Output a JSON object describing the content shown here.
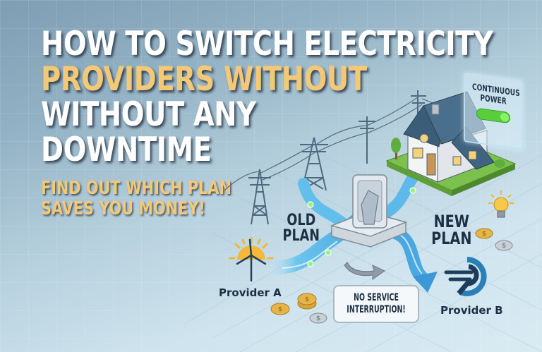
{
  "headline": {
    "line1": "HOW TO SWITCH ELECTRICITY",
    "line2": "PROVIDERS WITHOUT",
    "line3": "WITHOUT ANY",
    "line4": "DOWNTIME"
  },
  "subheadline": {
    "line1": "FIND OUT WHICH PLAN",
    "line2": "SAVES YOU MONEY!"
  },
  "illustration": {
    "old_plan": {
      "line1": "OLD",
      "line2": "PLAN"
    },
    "new_plan": {
      "line1": "NEW",
      "line2": "PLAN"
    },
    "provider_a": "Provider A",
    "provider_b": "Provider B",
    "callout": {
      "line1": "NO SERVICE",
      "line2": "INTERRUPTION!"
    },
    "status_panel": {
      "line1": "CONTINUOUS",
      "line2": "POWER",
      "toggle_state": "on"
    },
    "icons": [
      "wind-turbine-sun-icon",
      "provider-b-logo-icon",
      "light-bulb-icon",
      "coin-icon",
      "transmission-tower-icon",
      "utility-pole-icon",
      "house-icon",
      "switch-icon",
      "arrow-icon"
    ]
  },
  "colors": {
    "headline_white": "#ffffff",
    "headline_gold": "#f3c978",
    "label_dark": "#1d2f44",
    "toggle_green": "#58cf3a",
    "flow_blue": "#4eb2e6"
  }
}
